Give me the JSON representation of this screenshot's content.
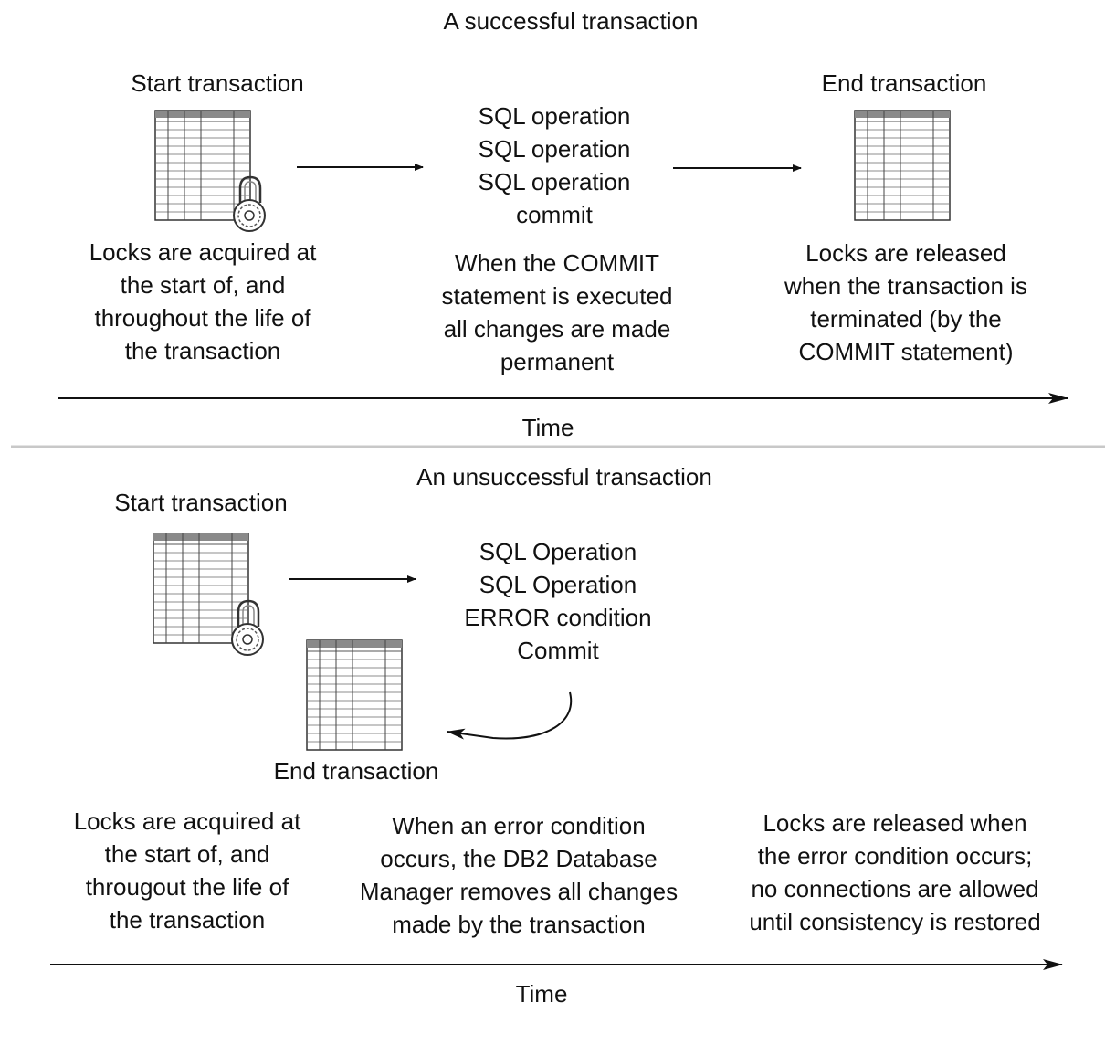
{
  "successful": {
    "title": "A successful transaction",
    "start_label": "Start transaction",
    "end_label": "End transaction",
    "operations": [
      "SQL operation",
      "SQL operation",
      "SQL operation",
      "commit"
    ],
    "left_note": [
      "Locks are acquired at",
      "the start of, and",
      "throughout the life of",
      "the transaction"
    ],
    "middle_note": [
      "When the COMMIT",
      "statement is executed",
      "all changes are made",
      "permanent"
    ],
    "right_note": [
      "Locks are released",
      "when the transaction is",
      "terminated (by the",
      "COMMIT statement)"
    ],
    "time_label": "Time"
  },
  "unsuccessful": {
    "title": "An unsuccessful transaction",
    "start_label": "Start transaction",
    "end_label": "End transaction",
    "operations": [
      "SQL Operation",
      "SQL Operation",
      "ERROR condition",
      "Commit"
    ],
    "left_note": [
      "Locks are acquired at",
      "the start of, and",
      "througout the life of",
      "the transaction"
    ],
    "middle_note": [
      "When an error condition",
      "occurs, the DB2 Database",
      "Manager removes all changes",
      "made by the transaction"
    ],
    "right_note": [
      "Locks are released when",
      "the error condition occurs;",
      "no connections are allowed",
      "until consistency is restored"
    ],
    "time_label": "Time"
  },
  "icons": {
    "table": "database-table-icon",
    "lock": "padlock-icon"
  },
  "colors": {
    "ink": "#111111",
    "divider": "#c8c8c8",
    "table_header": "#8a8a8a"
  }
}
